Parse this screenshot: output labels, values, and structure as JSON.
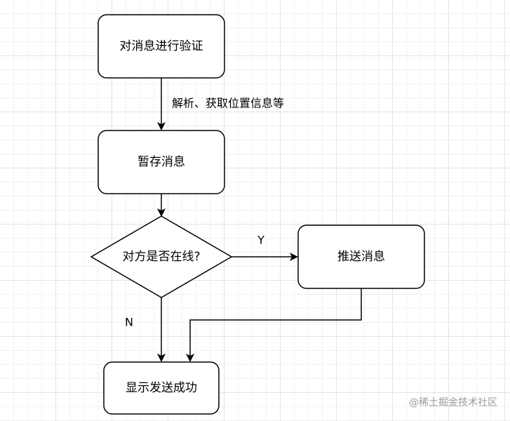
{
  "nodes": {
    "verify": {
      "label": "对消息进行验证"
    },
    "store": {
      "label": "暂存消息"
    },
    "decision": {
      "label": "对方是否在线?"
    },
    "push": {
      "label": "推送消息"
    },
    "success": {
      "label": "显示发送成功"
    }
  },
  "edges": {
    "verify_to_store": {
      "label": "解析、获取位置信息等"
    },
    "yes": {
      "label": "Y"
    },
    "no": {
      "label": "N"
    }
  },
  "watermark": {
    "text": "@稀土掘金技术社区"
  },
  "colors": {
    "stroke": "#000000",
    "fill": "#ffffff",
    "grid": "#e3e3e3",
    "watermark": "#9a9a9a"
  }
}
